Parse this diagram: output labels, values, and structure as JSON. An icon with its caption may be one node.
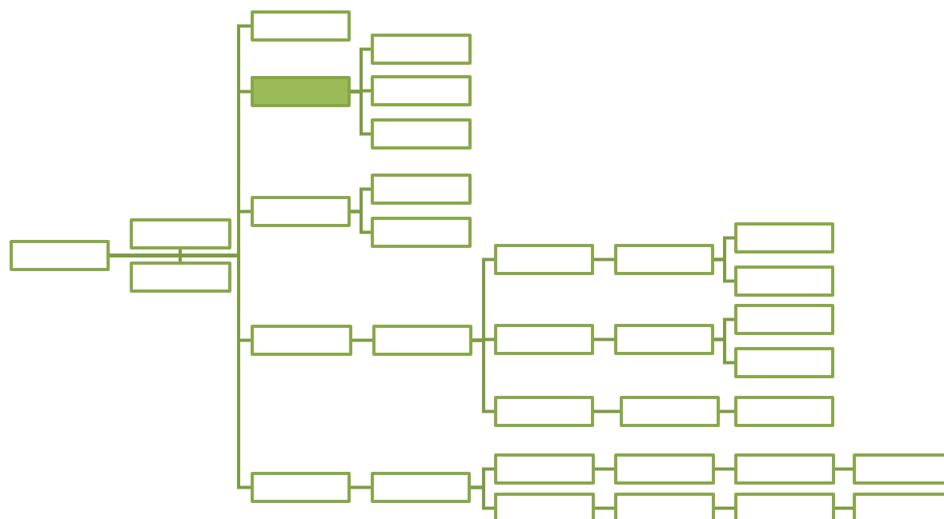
{
  "diagram": {
    "nodes": [
      {
        "text": [],
        "shape": "box"
      },
      {
        "text": [],
        "shape": "box"
      },
      {
        "text": [],
        "shape": "box"
      },
      {
        "text": [],
        "shape": "box"
      },
      {
        "text": [],
        "shape": "box"
      },
      {
        "text": [],
        "shape": "box"
      },
      {
        "text": [],
        "shape": "box"
      },
      {
        "text": [],
        "shape": "box"
      },
      {
        "text": [],
        "shape": "box"
      },
      {
        "text": [],
        "shape": "box"
      },
      {
        "text": [],
        "shape": "box"
      },
      {
        "text": [],
        "shape": "box"
      },
      {
        "text": [],
        "shape": "box"
      },
      {
        "text": [],
        "shape": "box"
      },
      {
        "text": [],
        "shape": "box"
      },
      {
        "text": [],
        "shape": "box"
      },
      {
        "text": [],
        "shape": "box"
      },
      {
        "text": [],
        "shape": "box"
      },
      {
        "text": [],
        "shape": "box"
      },
      {
        "text": [],
        "shape": "box"
      },
      {
        "text": [],
        "shape": "box"
      },
      {
        "text": [],
        "shape": "box"
      },
      {
        "text": [],
        "shape": "box"
      },
      {
        "text": [],
        "shape": "box"
      },
      {
        "text": [],
        "shape": "box"
      },
      {
        "text": [],
        "shape": "box"
      },
      {
        "text": [],
        "shape": "box"
      },
      {
        "text": [],
        "shape": "box"
      },
      {
        "text": [],
        "shape": "box"
      },
      {
        "text": [],
        "shape": "box"
      },
      {
        "text": [],
        "shape": "box"
      },
      {
        "text": [],
        "shape": "box"
      },
      {
        "text": [],
        "shape": "box"
      },
      {
        "text": [],
        "shape": "box"
      }
    ],
    "edges": [
      {
        "from": 0,
        "to": 1,
        "arrow": "none"
      },
      {
        "from": 0,
        "to": 2,
        "arrow": "none"
      },
      {
        "from": 0,
        "to": 3,
        "arrow": "none"
      },
      {
        "from": 0,
        "to": 4,
        "arrow": "none"
      },
      {
        "from": 0,
        "to": 8,
        "arrow": "none"
      },
      {
        "from": 0,
        "to": 11,
        "arrow": "none"
      },
      {
        "from": 0,
        "to": 24,
        "arrow": "none"
      },
      {
        "from": 4,
        "to": 5,
        "arrow": "none"
      },
      {
        "from": 4,
        "to": 6,
        "arrow": "none"
      },
      {
        "from": 4,
        "to": 7,
        "arrow": "none"
      },
      {
        "from": 8,
        "to": 9,
        "arrow": "none"
      },
      {
        "from": 8,
        "to": 10,
        "arrow": "none"
      },
      {
        "from": 11,
        "to": 12,
        "arrow": "none"
      },
      {
        "from": 12,
        "to": 13,
        "arrow": "none"
      },
      {
        "from": 12,
        "to": 17,
        "arrow": "none"
      },
      {
        "from": 12,
        "to": 21,
        "arrow": "none"
      },
      {
        "from": 13,
        "to": 14,
        "arrow": "none"
      },
      {
        "from": 14,
        "to": 15,
        "arrow": "none"
      },
      {
        "from": 14,
        "to": 16,
        "arrow": "none"
      },
      {
        "from": 17,
        "to": 18,
        "arrow": "none"
      },
      {
        "from": 18,
        "to": 19,
        "arrow": "none"
      },
      {
        "from": 18,
        "to": 20,
        "arrow": "none"
      },
      {
        "from": 21,
        "to": 22,
        "arrow": "none"
      },
      {
        "from": 22,
        "to": 23,
        "arrow": "none"
      },
      {
        "from": 24,
        "to": 25,
        "arrow": "none"
      },
      {
        "from": 25,
        "to": 26,
        "arrow": "none"
      },
      {
        "from": 25,
        "to": 30,
        "arrow": "none"
      },
      {
        "from": 26,
        "to": 27,
        "arrow": "none"
      },
      {
        "from": 27,
        "to": 28,
        "arrow": "none"
      },
      {
        "from": 28,
        "to": 29,
        "arrow": "none"
      },
      {
        "from": 30,
        "to": 31,
        "arrow": "none"
      },
      {
        "from": 31,
        "to": 32,
        "arrow": "none"
      },
      {
        "from": 32,
        "to": 33,
        "arrow": "none"
      }
    ]
  }
}
